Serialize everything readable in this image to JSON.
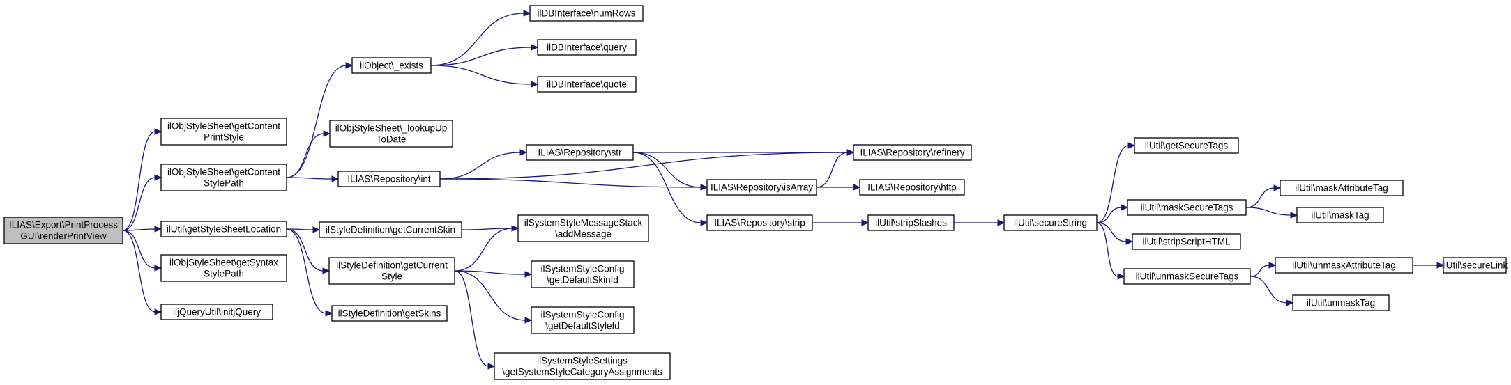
{
  "colors": {
    "edge": "#191970",
    "root_fill": "#bfbfbf",
    "node_fill": "#ffffff",
    "node_border": "#000000"
  },
  "nodes": [
    {
      "id": "root",
      "lines": [
        "ILIAS\\Export\\PrintProcess",
        "GUI\\renderPrintView"
      ]
    },
    {
      "id": "getContentPrintStyle",
      "lines": [
        "ilObjStyleSheet\\getContent",
        "PrintStyle"
      ]
    },
    {
      "id": "getContentStylePath",
      "lines": [
        "ilObjStyleSheet\\getContent",
        "StylePath"
      ]
    },
    {
      "id": "getStyleSheetLocation",
      "lines": [
        "ilUtil\\getStyleSheetLocation"
      ]
    },
    {
      "id": "getSyntaxStylePath",
      "lines": [
        "ilObjStyleSheet\\getSyntax",
        "StylePath"
      ]
    },
    {
      "id": "initjQuery",
      "lines": [
        "iljQueryUtil\\initjQuery"
      ]
    },
    {
      "id": "objExists",
      "lines": [
        "ilObject\\_exists"
      ]
    },
    {
      "id": "lookUpToDate",
      "lines": [
        "ilObjStyleSheet\\_lookupUp",
        "ToDate"
      ]
    },
    {
      "id": "repoInt",
      "lines": [
        "ILIAS\\Repository\\int"
      ]
    },
    {
      "id": "getCurrentSkin",
      "lines": [
        "ilStyleDefinition\\getCurrentSkin"
      ]
    },
    {
      "id": "getCurrentStyle",
      "lines": [
        "ilStyleDefinition\\getCurrent",
        "Style"
      ]
    },
    {
      "id": "getSkins",
      "lines": [
        "ilStyleDefinition\\getSkins"
      ]
    },
    {
      "id": "numRows",
      "lines": [
        "ilDBInterface\\numRows"
      ]
    },
    {
      "id": "query",
      "lines": [
        "ilDBInterface\\query"
      ]
    },
    {
      "id": "quote",
      "lines": [
        "ilDBInterface\\quote"
      ]
    },
    {
      "id": "repoStr",
      "lines": [
        "ILIAS\\Repository\\str"
      ]
    },
    {
      "id": "repoStrip",
      "lines": [
        "ILIAS\\Repository\\strip"
      ]
    },
    {
      "id": "addMessage",
      "lines": [
        "ilSystemStyleMessageStack",
        "\\addMessage"
      ]
    },
    {
      "id": "getDefaultSkinId",
      "lines": [
        "ilSystemStyleConfig",
        "\\getDefaultSkinId"
      ]
    },
    {
      "id": "getDefaultStyleId",
      "lines": [
        "ilSystemStyleConfig",
        "\\getDefaultStyleId"
      ]
    },
    {
      "id": "catAssign",
      "lines": [
        "ilSystemStyleSettings",
        "\\getSystemStyleCategoryAssignments"
      ]
    },
    {
      "id": "isArray",
      "lines": [
        "ILIAS\\Repository\\isArray"
      ]
    },
    {
      "id": "refinery",
      "lines": [
        "ILIAS\\Repository\\refinery"
      ]
    },
    {
      "id": "http",
      "lines": [
        "ILIAS\\Repository\\http"
      ]
    },
    {
      "id": "stripSlashes",
      "lines": [
        "ilUtil\\stripSlashes"
      ]
    },
    {
      "id": "secureString",
      "lines": [
        "ilUtil\\secureString"
      ]
    },
    {
      "id": "getSecureTags",
      "lines": [
        "ilUtil\\getSecureTags"
      ]
    },
    {
      "id": "maskSecureTags",
      "lines": [
        "ilUtil\\maskSecureTags"
      ]
    },
    {
      "id": "stripScriptHTML",
      "lines": [
        "ilUtil\\stripScriptHTML"
      ]
    },
    {
      "id": "unmaskSecureTags",
      "lines": [
        "ilUtil\\unmaskSecureTags"
      ]
    },
    {
      "id": "maskAttributeTag",
      "lines": [
        "ilUtil\\maskAttributeTag"
      ]
    },
    {
      "id": "maskTag",
      "lines": [
        "ilUtil\\maskTag"
      ]
    },
    {
      "id": "unmaskAttributeTag",
      "lines": [
        "ilUtil\\unmaskAttributeTag"
      ]
    },
    {
      "id": "unmaskTag",
      "lines": [
        "ilUtil\\unmaskTag"
      ]
    },
    {
      "id": "secureLink",
      "lines": [
        "ilUtil\\secureLink"
      ]
    }
  ],
  "edges": [
    [
      "root",
      "getContentPrintStyle"
    ],
    [
      "root",
      "getContentStylePath"
    ],
    [
      "root",
      "getStyleSheetLocation"
    ],
    [
      "root",
      "getSyntaxStylePath"
    ],
    [
      "root",
      "initjQuery"
    ],
    [
      "getContentStylePath",
      "objExists"
    ],
    [
      "getContentStylePath",
      "lookUpToDate"
    ],
    [
      "getContentStylePath",
      "repoInt"
    ],
    [
      "objExists",
      "numRows"
    ],
    [
      "objExists",
      "query"
    ],
    [
      "objExists",
      "quote"
    ],
    [
      "repoInt",
      "refinery"
    ],
    [
      "repoInt",
      "repoStr"
    ],
    [
      "repoInt",
      "isArray"
    ],
    [
      "repoStr",
      "refinery"
    ],
    [
      "repoStr",
      "isArray"
    ],
    [
      "repoStr",
      "repoStrip"
    ],
    [
      "isArray",
      "refinery"
    ],
    [
      "isArray",
      "http"
    ],
    [
      "repoStrip",
      "stripSlashes"
    ],
    [
      "stripSlashes",
      "secureString"
    ],
    [
      "secureString",
      "getSecureTags"
    ],
    [
      "secureString",
      "maskSecureTags"
    ],
    [
      "secureString",
      "stripScriptHTML"
    ],
    [
      "secureString",
      "unmaskSecureTags"
    ],
    [
      "maskSecureTags",
      "maskAttributeTag"
    ],
    [
      "maskSecureTags",
      "maskTag"
    ],
    [
      "unmaskSecureTags",
      "unmaskAttributeTag"
    ],
    [
      "unmaskSecureTags",
      "unmaskTag"
    ],
    [
      "unmaskAttributeTag",
      "secureLink"
    ],
    [
      "getStyleSheetLocation",
      "getCurrentSkin"
    ],
    [
      "getStyleSheetLocation",
      "getCurrentStyle"
    ],
    [
      "getStyleSheetLocation",
      "getSkins"
    ],
    [
      "getCurrentSkin",
      "addMessage"
    ],
    [
      "getCurrentStyle",
      "addMessage"
    ],
    [
      "getCurrentStyle",
      "getDefaultSkinId"
    ],
    [
      "getCurrentStyle",
      "getDefaultStyleId"
    ],
    [
      "getCurrentStyle",
      "catAssign"
    ]
  ]
}
